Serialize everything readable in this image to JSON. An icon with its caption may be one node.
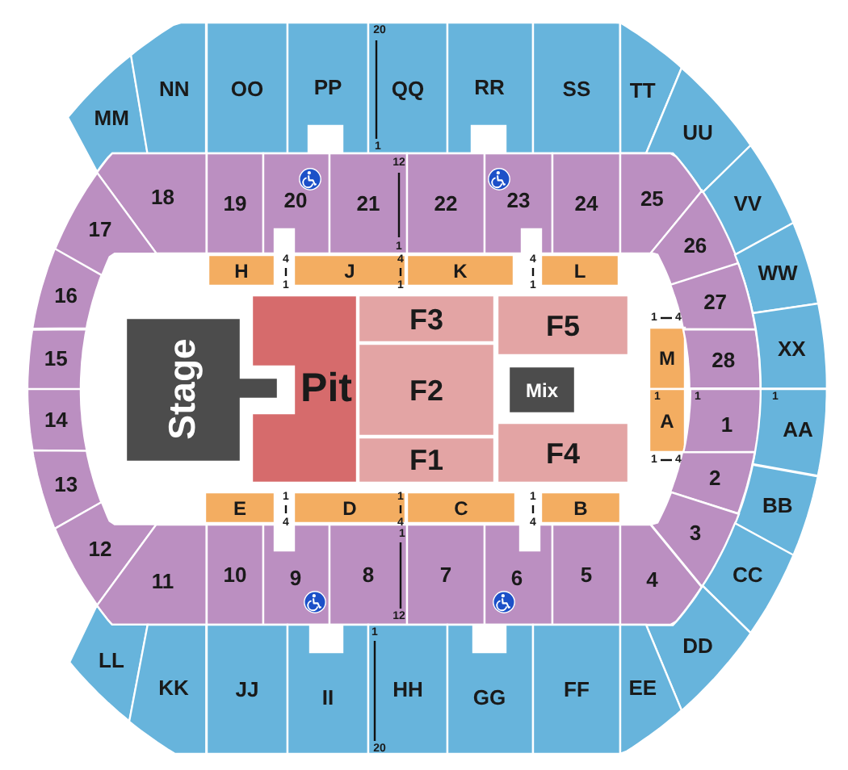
{
  "diagram": {
    "nodes": [
      {
        "text": [
          "MM"
        ]
      },
      {
        "text": [
          "NN"
        ]
      },
      {
        "text": [
          "OO"
        ]
      },
      {
        "text": [
          "PP"
        ]
      },
      {
        "text": [
          "QQ"
        ]
      },
      {
        "text": [
          "RR"
        ]
      },
      {
        "text": [
          "SS"
        ]
      },
      {
        "text": [
          "TT"
        ]
      },
      {
        "text": [
          "UU"
        ]
      },
      {
        "text": [
          "18"
        ]
      },
      {
        "text": [
          "19"
        ]
      },
      {
        "text": [
          "20"
        ]
      },
      {
        "text": [
          "21"
        ]
      },
      {
        "text": [
          "22"
        ]
      },
      {
        "text": [
          "23"
        ]
      },
      {
        "text": [
          "24"
        ]
      },
      {
        "text": [
          "25"
        ]
      },
      {
        "text": [
          "17"
        ]
      },
      {
        "text": [
          "VV"
        ]
      },
      {
        "text": [
          "26"
        ]
      },
      {
        "text": [
          "H"
        ]
      },
      {
        "text": [
          "J"
        ]
      },
      {
        "text": [
          "K"
        ]
      },
      {
        "text": [
          "L"
        ]
      },
      {
        "text": [
          "WW"
        ]
      },
      {
        "text": [
          "16"
        ]
      },
      {
        "text": [
          "F3"
        ]
      },
      {
        "text": [
          "F5"
        ]
      },
      {
        "text": [
          "27"
        ]
      },
      {
        "text": [
          "Stage"
        ]
      },
      {
        "text": [
          "Pit"
        ]
      },
      {
        "text": [
          "F2"
        ]
      },
      {
        "text": [
          "Mix"
        ]
      },
      {
        "text": [
          "M"
        ]
      },
      {
        "text": [
          "28"
        ]
      },
      {
        "text": [
          "XX"
        ]
      },
      {
        "text": [
          "15"
        ]
      },
      {
        "text": [
          "14"
        ]
      },
      {
        "text": [
          "A"
        ]
      },
      {
        "text": [
          "1"
        ]
      },
      {
        "text": [
          "AA"
        ]
      },
      {
        "text": [
          "F1"
        ]
      },
      {
        "text": [
          "F4"
        ]
      },
      {
        "text": [
          "13"
        ]
      },
      {
        "text": [
          "2"
        ]
      },
      {
        "text": [
          "BB"
        ]
      },
      {
        "text": [
          "E"
        ]
      },
      {
        "text": [
          "D"
        ]
      },
      {
        "text": [
          "C"
        ]
      },
      {
        "text": [
          "B"
        ]
      },
      {
        "text": [
          "3"
        ]
      },
      {
        "text": [
          "CC"
        ]
      },
      {
        "text": [
          "12"
        ]
      },
      {
        "text": [
          "11"
        ]
      },
      {
        "text": [
          "10"
        ]
      },
      {
        "text": [
          "9"
        ]
      },
      {
        "text": [
          "8"
        ]
      },
      {
        "text": [
          "7"
        ]
      },
      {
        "text": [
          "6"
        ]
      },
      {
        "text": [
          "5"
        ]
      },
      {
        "text": [
          "4"
        ]
      },
      {
        "text": [
          "DD"
        ]
      },
      {
        "text": [
          "LL"
        ]
      },
      {
        "text": [
          "KK"
        ]
      },
      {
        "text": [
          "JJ"
        ]
      },
      {
        "text": [
          "II"
        ]
      },
      {
        "text": [
          "HH"
        ]
      },
      {
        "text": [
          "GG"
        ]
      },
      {
        "text": [
          "FF"
        ]
      },
      {
        "text": [
          "EE"
        ]
      }
    ],
    "labels": [
      "20",
      "1",
      "12",
      "1",
      "4",
      "4",
      "4",
      "1",
      "1",
      "1",
      "1",
      "4",
      "1",
      "1",
      "1",
      "1",
      "4",
      "1",
      "1",
      "1",
      "4",
      "4",
      "4",
      "1",
      "12",
      "1",
      "20"
    ]
  }
}
